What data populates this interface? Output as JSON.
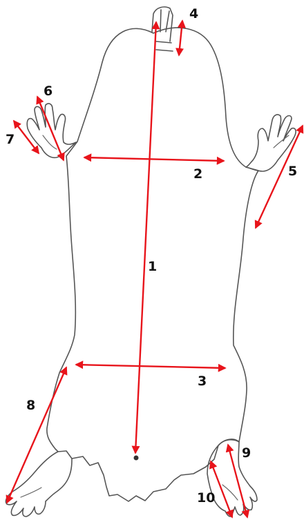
{
  "diagram": {
    "colors": {
      "outline": "#555555",
      "arrow": "#e8141b",
      "label": "#111111",
      "background": "#ffffff"
    },
    "measurements": [
      {
        "id": "m1",
        "label": "1"
      },
      {
        "id": "m2",
        "label": "2"
      },
      {
        "id": "m3",
        "label": "3"
      },
      {
        "id": "m4",
        "label": "4"
      },
      {
        "id": "m5",
        "label": "5"
      },
      {
        "id": "m6",
        "label": "6"
      },
      {
        "id": "m7",
        "label": "7"
      },
      {
        "id": "m8",
        "label": "8"
      },
      {
        "id": "m9",
        "label": "9"
      },
      {
        "id": "m10",
        "label": "10"
      }
    ]
  }
}
